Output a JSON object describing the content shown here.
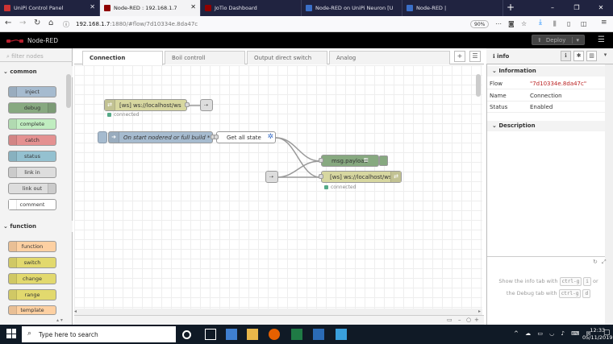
{
  "browser": {
    "tabs": [
      {
        "label": "UniPi Control Panel",
        "active": false
      },
      {
        "label": "Node-RED : 192.168.1.7",
        "active": true
      },
      {
        "label": "JoTio Dashboard",
        "active": false
      },
      {
        "label": "Node-RED on UniPi Neuron [U",
        "active": false
      },
      {
        "label": "Node-RED |",
        "active": false
      }
    ],
    "new_tab": "+",
    "window": {
      "minimize": "–",
      "restore": "❐",
      "close": "✕"
    },
    "url_host": "192.168.1.7",
    "url_path": ":1880/#flow/7d10334e.8da47c",
    "zoom": "90%"
  },
  "header": {
    "app_name": "Node-RED",
    "deploy_label": "Deploy"
  },
  "palette": {
    "filter_placeholder": "filter nodes",
    "categories": [
      {
        "label": "common"
      },
      {
        "label": "function"
      }
    ],
    "common_nodes": [
      {
        "label": "inject",
        "color": "#a6bbcf"
      },
      {
        "label": "debug",
        "color": "#87a980"
      },
      {
        "label": "complete",
        "color": "#c0edc0"
      },
      {
        "label": "catch",
        "color": "#e49191"
      },
      {
        "label": "status",
        "color": "#94c1d0"
      },
      {
        "label": "link in",
        "color": "#dddddd"
      },
      {
        "label": "link out",
        "color": "#dddddd"
      },
      {
        "label": "comment",
        "color": "#ffffff"
      }
    ],
    "function_nodes": [
      {
        "label": "function",
        "color": "#fdd0a2"
      },
      {
        "label": "switch",
        "color": "#e2d96e"
      },
      {
        "label": "change",
        "color": "#e2d96e"
      },
      {
        "label": "range",
        "color": "#e2d96e"
      },
      {
        "label": "template",
        "color": "#fdd0a2"
      }
    ]
  },
  "workspace": {
    "tabs": [
      {
        "label": "Connection",
        "active": true
      },
      {
        "label": "Boil controll",
        "active": false
      },
      {
        "label": "Output direct switch",
        "active": false
      },
      {
        "label": "Analog",
        "active": false
      }
    ],
    "add_button": "+",
    "list_button": "☰"
  },
  "flow": {
    "ws_in": {
      "label": "[ws] ws://localhost/ws",
      "status": "connected"
    },
    "inject": {
      "label": "On start nodered or full build *"
    },
    "get_all": {
      "label": "Get all state"
    },
    "debug": {
      "label": "msg.payload"
    },
    "ws_out": {
      "label": "[ws] ws://localhost/ws",
      "status": "connected"
    }
  },
  "sidebar": {
    "tab_label": "info",
    "info_section": "Information",
    "rows": [
      {
        "key": "Flow",
        "value": "\"7d10334e.8da47c\""
      },
      {
        "key": "Name",
        "value": "Connection"
      },
      {
        "key": "Status",
        "value": "Enabled"
      }
    ],
    "description_section": "Description",
    "help_line1": "Show the info tab with",
    "help_key1": "ctrl-g",
    "help_key1b": "i",
    "help_or": "or",
    "help_line2": "the Debug tab with",
    "help_key2": "ctrl-g",
    "help_key2b": "d"
  },
  "taskbar": {
    "search_placeholder": "Type here to search",
    "time": "12:33",
    "date": "05/11/2019"
  }
}
